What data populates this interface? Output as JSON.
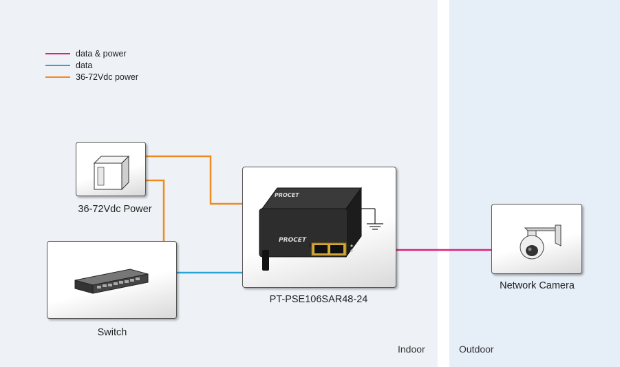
{
  "zones": {
    "indoor": "Indoor",
    "outdoor": "Outdoor"
  },
  "legend": [
    {
      "label": "data & power",
      "color": "#e0207e"
    },
    {
      "label": "data",
      "color": "#2aa5d8"
    },
    {
      "label": "36-72Vdc power",
      "color": "#ee8a1f"
    }
  ],
  "nodes": {
    "power": "36-72Vdc Power",
    "switch": "Switch",
    "injector": "PT-PSE106SAR48-24",
    "camera": "Network Camera"
  },
  "device_brand": "PROCET",
  "colors": {
    "data_power": "#e0207e",
    "data": "#2aa5d8",
    "dc_power": "#ee8a1f"
  }
}
